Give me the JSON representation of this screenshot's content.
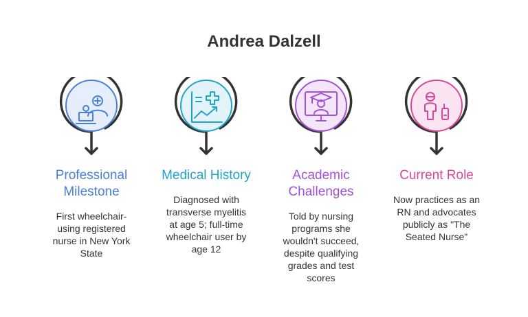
{
  "title": "Andrea Dalzell",
  "steps": [
    {
      "heading": "Professional Milestone",
      "heading_lines": [
        "Professional",
        "Milestone"
      ],
      "description_lines": [
        "First wheelchair-",
        "using registered",
        "nurse in New York",
        "State"
      ],
      "icon": "nurse-at-laptop-icon",
      "color": "#4a7fd6",
      "fill": "#e6eefb"
    },
    {
      "heading": "Medical History",
      "heading_lines": [
        "Medical History"
      ],
      "description_lines": [
        "Diagnosed with",
        "transverse myelitis",
        "at age 5; full-time",
        "wheelchair user by",
        "age 12"
      ],
      "icon": "medical-chart-icon",
      "color": "#1fa3c9",
      "fill": "#e2f4fa"
    },
    {
      "heading": "Academic Challenges",
      "heading_lines": [
        "Academic",
        "Challenges"
      ],
      "description_lines": [
        "Told by nursing",
        "programs she",
        "wouldn't succeed,",
        "despite qualifying",
        "grades and test",
        "scores"
      ],
      "icon": "graduate-monitor-icon",
      "color": "#a54fd6",
      "fill": "#f3e6fb"
    },
    {
      "heading": "Current Role",
      "heading_lines": [
        "Current Role"
      ],
      "description_lines": [
        "Now practices as an",
        "RN and advocates",
        "publicly as \"The",
        "Seated Nurse\""
      ],
      "icon": "nurse-with-phone-icon",
      "color": "#d9479a",
      "fill": "#fbe4f1"
    }
  ]
}
